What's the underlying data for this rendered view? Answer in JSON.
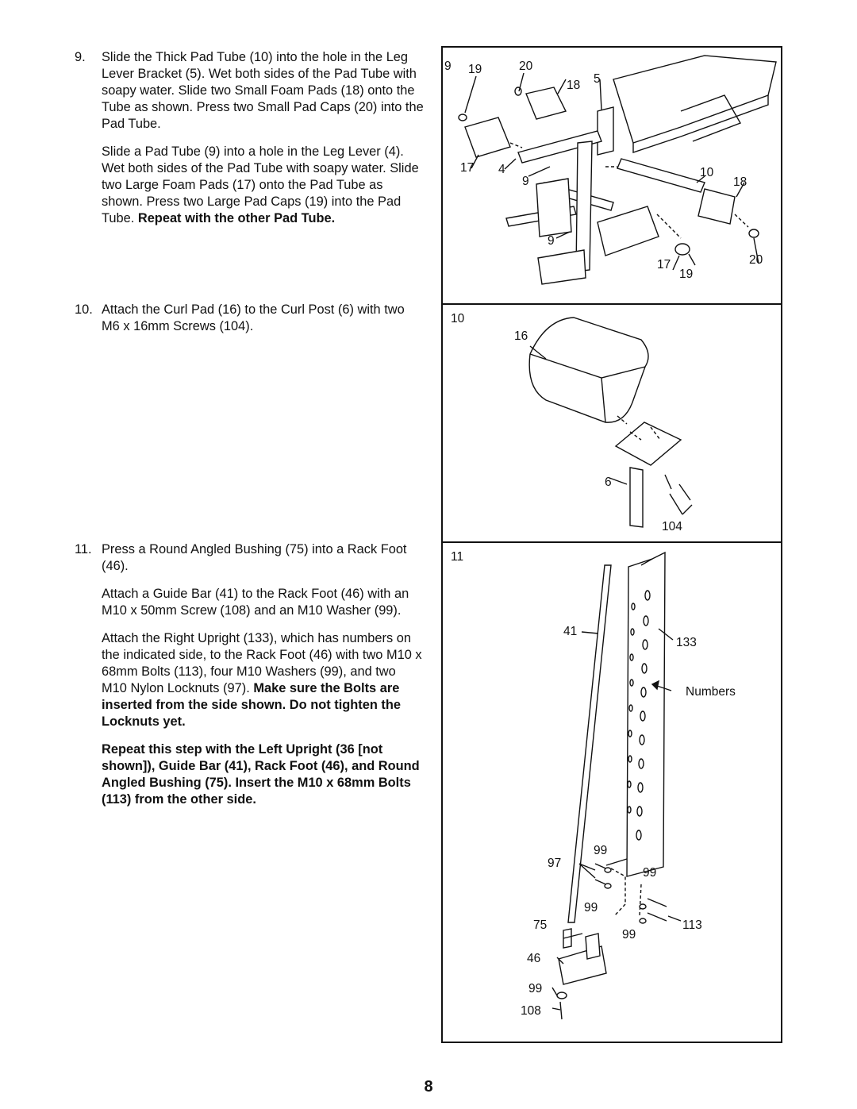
{
  "steps": [
    {
      "number": "9.",
      "paragraphs": [
        {
          "text": "Slide the Thick Pad Tube (10) into the hole in the Leg Lever Bracket (5). Wet both sides of the Pad Tube with soapy water. Slide two Small Foam Pads (18) onto the Tube as shown. Press two Small Pad Caps (20) into the Pad Tube.",
          "bold": ""
        },
        {
          "text": "Slide a Pad Tube (9) into a hole in the Leg Lever (4). Wet both sides of the Pad Tube with soapy water. Slide two Large Foam Pads (17) onto the Pad Tube as shown. Press two Large Pad Caps (19) into the Pad Tube. ",
          "bold": "Repeat with the other Pad Tube."
        }
      ]
    },
    {
      "number": "10.",
      "paragraphs": [
        {
          "text": "Attach the Curl Pad (16) to the Curl Post (6) with two M6 x 16mm Screws (104).",
          "bold": ""
        }
      ]
    },
    {
      "number": "11.",
      "paragraphs": [
        {
          "text": "Press a Round Angled Bushing (75) into a Rack Foot (46).",
          "bold": ""
        },
        {
          "text": "Attach a Guide Bar (41) to the Rack Foot (46) with an M10 x 50mm Screw (108) and an M10 Washer (99).",
          "bold": ""
        },
        {
          "text": "Attach the Right Upright (133), which has numbers on the indicated side, to the Rack Foot (46) with two M10 x 68mm Bolts (113), four M10 Washers (99), and two M10 Nylon Locknuts (97). ",
          "bold": "Make sure the Bolts are inserted from the side shown. Do not tighten the Locknuts yet."
        },
        {
          "text": "",
          "bold": "Repeat this step with the Left Upright (36 [not shown]), Guide Bar (41), Rack Foot (46), and Round Angled Bushing (75). Insert the M10 x 68mm Bolts (113) from the other side."
        }
      ]
    }
  ],
  "figures": {
    "fig9": {
      "step": "9",
      "callouts": {
        "c20a": "20",
        "c19a": "19",
        "c18a": "18",
        "c5": "5",
        "c17a": "17",
        "c4": "4",
        "c9a": "9",
        "c10": "10",
        "c18b": "18",
        "c9b": "9",
        "c20b": "20",
        "c17b": "17",
        "c19b": "19"
      }
    },
    "fig10": {
      "step": "10",
      "callouts": {
        "c16": "16",
        "c6": "6",
        "c104": "104"
      }
    },
    "fig11": {
      "step": "11",
      "callouts": {
        "c41": "41",
        "c133": "133",
        "numbers": "Numbers",
        "c99a": "99",
        "c97": "97",
        "c99b": "99",
        "c99c": "99",
        "c75": "75",
        "c99d": "99",
        "c113": "113",
        "c46": "46",
        "c99e": "99",
        "c108": "108"
      }
    }
  },
  "page_number": "8"
}
